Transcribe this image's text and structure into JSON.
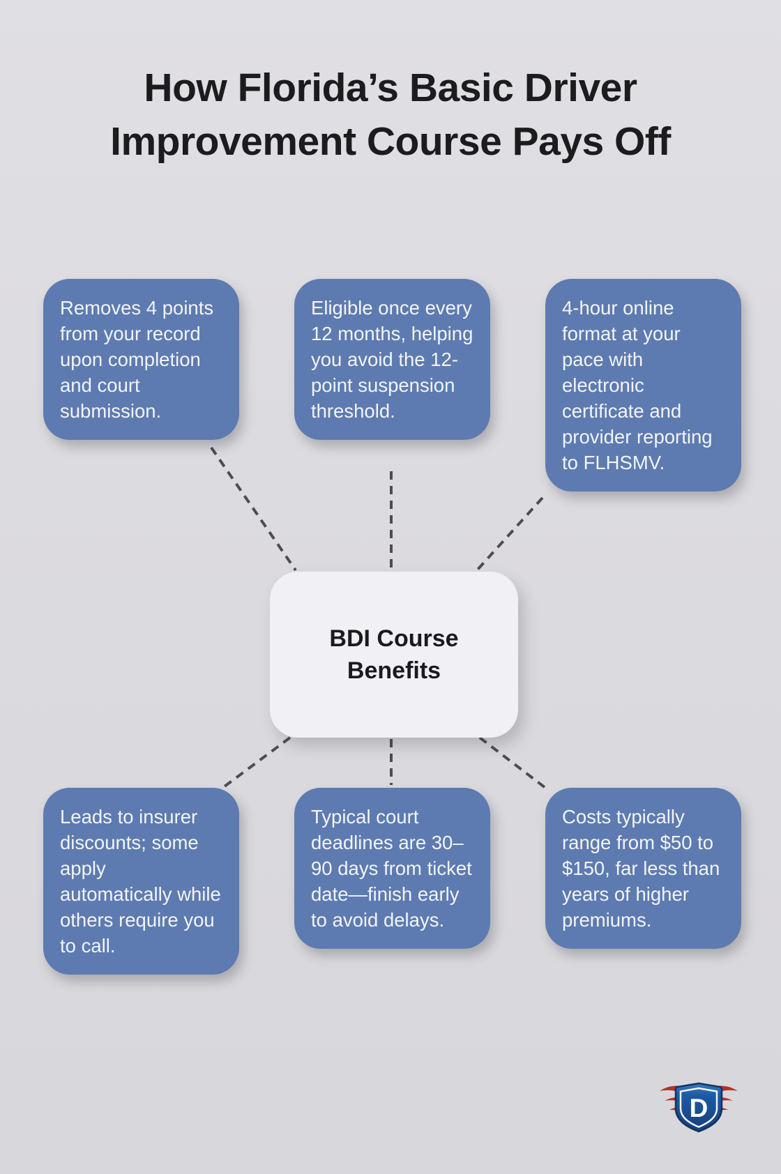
{
  "title": {
    "line1": "How Florida’s Basic Driver",
    "line2": "Improvement Course Pays Off"
  },
  "center_node": {
    "label": "BDI Course Benefits"
  },
  "benefits": [
    "Removes 4 points from your record upon completion and court submission.",
    "Eligible once every 12 months, helping you avoid the 12-point suspension threshold.",
    "4-hour online format at your pace with electronic certificate and provider reporting to FLHSMV.",
    "Leads to insurer discounts; some apply automatically while others require you to call.",
    "Typical court deadlines are 30–90 days from ticket date—finish early to avoid delays.",
    "Costs typically range from $50 to $150, far less than years of higher premiums."
  ],
  "logo": {
    "letter": "D"
  },
  "colors": {
    "background": "#dcdbdf",
    "benefit_box": "#5d7bb0",
    "benefit_text": "#f3f4f8",
    "center_box": "#f1f0f4",
    "center_text": "#1b1b1e",
    "title_text": "#1c1c1e",
    "connector": "#4d4d4d",
    "logo_shield": "#1d5aa4",
    "logo_wing": "#b23428"
  }
}
